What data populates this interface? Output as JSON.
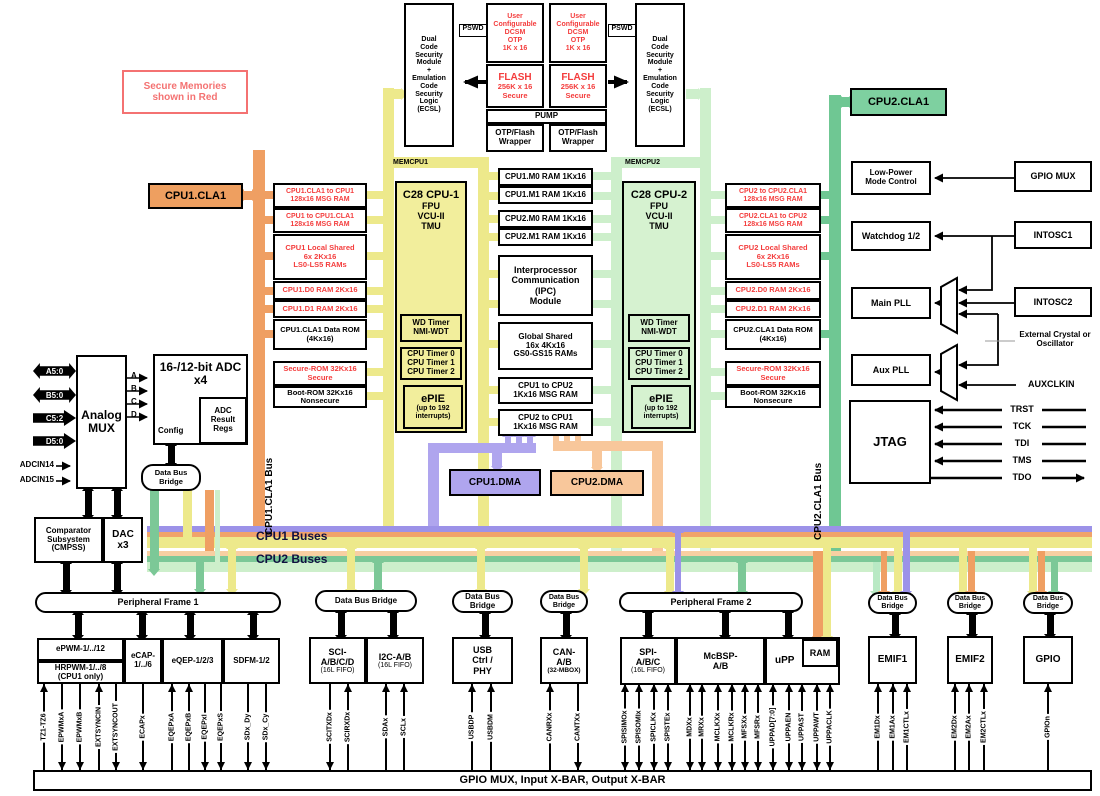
{
  "note": "Secure Memories\nshown in Red",
  "top": {
    "dcsm": "Dual\nCode\nSecurity\nModule\n+\nEmulation\nCode\nSecurity\nLogic\n(ECSL)",
    "pswd": "PSWD",
    "otp": "User\nConfigurable\nDCSM\nOTP\n1K x 16",
    "flash_title": "FLASH",
    "flash_sub": "256K x 16\nSecure",
    "pump": "PUMP",
    "wrapper": "OTP/Flash\nWrapper"
  },
  "cpu1": {
    "cla1": "CPU1.CLA1",
    "bus_label": "CPU1.CLA1 Bus",
    "memcpu": "MEMCPU1",
    "core_title": "C28 CPU-1",
    "core_sub": "FPU\nVCU-II\nTMU",
    "wd": "WD Timer\nNMI-WDT",
    "timers": "CPU Timer 0\nCPU Timer 1\nCPU Timer 2",
    "epie_title": "ePIE",
    "epie_sub": "(up to 192\ninterrupts)",
    "mem": [
      {
        "label": "CPU1.CLA1 to CPU1\n128x16 MSG RAM",
        "secure": true
      },
      {
        "label": "CPU1 to CPU1.CLA1\n128x16 MSG RAM",
        "secure": true
      },
      {
        "label": "CPU1 Local Shared\n6x 2Kx16\nLS0-LS5 RAMs",
        "secure": true
      },
      {
        "label": "CPU1.D0 RAM 2Kx16",
        "secure": true
      },
      {
        "label": "CPU1.D1 RAM 2Kx16",
        "secure": true
      },
      {
        "label": "CPU1.CLA1 Data ROM\n(4Kx16)",
        "secure": false
      },
      {
        "label": "Secure-ROM 32Kx16\nSecure",
        "secure": true
      },
      {
        "label": "Boot-ROM 32Kx16\nNonsecure",
        "secure": false
      }
    ]
  },
  "cpu2": {
    "bus_label": "CPU2.CLA1 Bus",
    "memcpu": "MEMCPU2",
    "core_title": "C28 CPU-2",
    "core_sub": "FPU\nVCU-II\nTMU",
    "wd": "WD Timer\nNMI-WDT",
    "timers": "CPU Timer 0\nCPU Timer 1\nCPU Timer 2",
    "epie_title": "ePIE",
    "epie_sub": "(up to 192\ninterrupts)",
    "mem": [
      {
        "label": "CPU2 to CPU2.CLA1\n128x16 MSG RAM",
        "secure": true
      },
      {
        "label": "CPU2.CLA1 to CPU2\n128x16 MSG RAM",
        "secure": true
      },
      {
        "label": "CPU2 Local Shared\n6x 2Kx16\nLS0-LS5 RAMs",
        "secure": true
      },
      {
        "label": "CPU2.D0 RAM 2Kx16",
        "secure": true
      },
      {
        "label": "CPU2.D1 RAM 2Kx16",
        "secure": true
      },
      {
        "label": "CPU2.CLA1 Data ROM\n(4Kx16)",
        "secure": false
      },
      {
        "label": "Secure-ROM 32Kx16\nSecure",
        "secure": true
      },
      {
        "label": "Boot-ROM 32Kx16\nNonsecure",
        "secure": false
      }
    ]
  },
  "center": {
    "rams": [
      "CPU1.M0 RAM 1Kx16",
      "CPU1.M1 RAM 1Kx16",
      "CPU2.M0 RAM 1Kx16",
      "CPU2.M1 RAM 1Kx16"
    ],
    "ipc": "Interprocessor\nCommunication\n(IPC)\nModule",
    "gs": "Global Shared\n16x 4Kx16\nGS0-GS15 RAMs",
    "msg1": "CPU1 to CPU2\n1Kx16 MSG RAM",
    "msg2": "CPU2 to CPU1\n1Kx16 MSG RAM"
  },
  "dma": {
    "cpu1": "CPU1.DMA",
    "cpu2": "CPU2.DMA"
  },
  "buses": {
    "cpu1": "CPU1 Buses",
    "cpu2": "CPU2 Buses"
  },
  "analog": {
    "inputs": [
      "A5:0",
      "B5:0",
      "C5:2",
      "D5:0"
    ],
    "adcin": [
      "ADCIN14",
      "ADCIN15"
    ],
    "mux": "Analog\nMUX",
    "abcd": [
      "A",
      "B",
      "C",
      "D"
    ],
    "adc_title": "16-/12-bit ADC\nx4",
    "config": "Config",
    "result": "ADC\nResult\nRegs",
    "bridge": "Data Bus\nBridge",
    "cmpss": "Comparator\nSubsystem\n(CMPSS)",
    "dac": "DAC\nx3"
  },
  "right": {
    "cla1": "CPU2.CLA1",
    "lpm": "Low-Power\nMode Control",
    "gpio_mux": "GPIO MUX",
    "watchdog": "Watchdog 1/2",
    "intosc1": "INTOSC1",
    "main_pll": "Main PLL",
    "intosc2": "INTOSC2",
    "ext_crystal": "External Crystal or\nOscillator",
    "aux_pll": "Aux PLL",
    "auxclkin": "AUXCLKIN",
    "jtag": "JTAG",
    "jtag_signals": [
      "TRST",
      "TCK",
      "TDI",
      "TMS",
      "TDO"
    ]
  },
  "bottom": {
    "frame1": "Peripheral Frame 1",
    "frame2": "Peripheral Frame 2",
    "bridge1": "Data Bus Bridge",
    "bridge2": "Data Bus\nBridge",
    "epwm": "ePWM-1/../12",
    "hrpwm": "HRPWM-1/../8\n(CPU1 only)",
    "ecap": "eCAP-\n1/../6",
    "eqep": "eQEP-1/2/3",
    "sdfm": "SDFM-1/2",
    "sci": "SCI-\nA/B/C/D",
    "i2c": "I2C-A/B",
    "fifo16": "(16L FIFO)",
    "usb": "USB\nCtrl /\nPHY",
    "can": "CAN-\nA/B",
    "mbox32": "(32-MBOX)",
    "spi": "SPI-\nA/B/C",
    "mcbsp": "McBSP-\nA/B",
    "upp": "uPP",
    "ram": "RAM",
    "emif1": "EMIF1",
    "emif2": "EMIF2",
    "gpio": "GPIO",
    "xbar": "GPIO MUX, Input X-BAR, Output X-BAR"
  },
  "signals": {
    "left": [
      "TZ1-TZ6",
      "EPWMxA",
      "EPWMxB",
      "EXTSYNCIN",
      "EXTSYNCOUT",
      "ECAPx",
      "EQEPxA",
      "EQEPxB",
      "EQEPxI",
      "EQEPxS",
      "SDx_Dy",
      "SDx_Cy"
    ],
    "mid": [
      "SCITXDx",
      "SCIRXDx",
      "SDAx",
      "SCLx",
      "USBDP",
      "USBDM",
      "CANRXx",
      "CANTXx"
    ],
    "frame2": [
      "SPISIMOx",
      "SPISOMIx",
      "SPICLKx",
      "SPISTEx",
      "MDXx",
      "MRXx",
      "MCLKXx",
      "MCLKRx",
      "MFSXx",
      "MFSRx",
      "UPPAD[7:0]",
      "UPPAEN",
      "UPPAST",
      "UPPAWT",
      "UPPACLK"
    ],
    "right": [
      "EM1Dx",
      "EM1Ax",
      "EM1CTLx",
      "EM2Dx",
      "EM2Ax",
      "EM2CTLx",
      "GPIOn"
    ]
  },
  "colors": {
    "cpu1_accent": "#EE9F60",
    "cpu1_bus": "#EDE98B",
    "cpu1_core": "#F2EE9C",
    "cpu2_accent": "#7ED0A0",
    "cpu2_bus": "#CDEFCB",
    "cpu2_core": "#D6F2D0",
    "cpu2_cla_bus": "#6FC793",
    "dma1": "#AFA5EE",
    "dma2": "#F8C79B",
    "purple_bus": "#9C92E8",
    "orange_bus": "#EF9F63",
    "secure_text": "#F43D3D"
  }
}
